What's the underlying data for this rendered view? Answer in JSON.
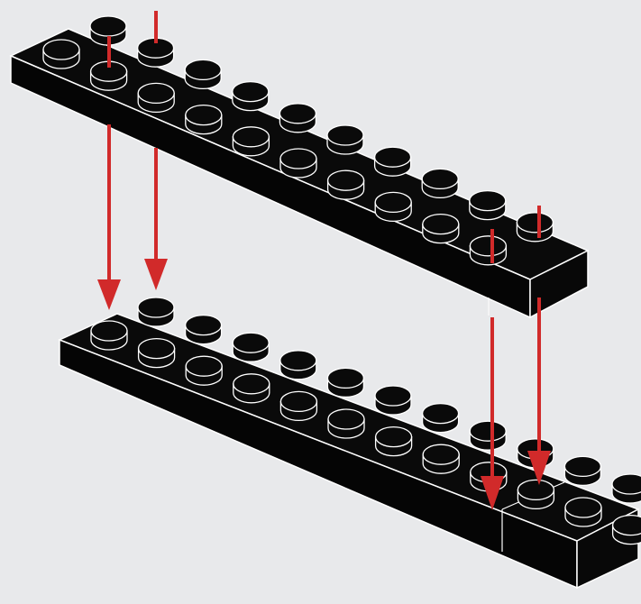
{
  "figure": {
    "background_color": "#e8e9eb",
    "brick_color": "#0a0a0a",
    "edge_color": "#ffffff",
    "arrow_color": "#d12a2a",
    "upper_plate": {
      "rows": 2,
      "columns": 10
    },
    "lower_plate": {
      "rows": 2,
      "columns": 12
    },
    "arrow_count": 4
  }
}
